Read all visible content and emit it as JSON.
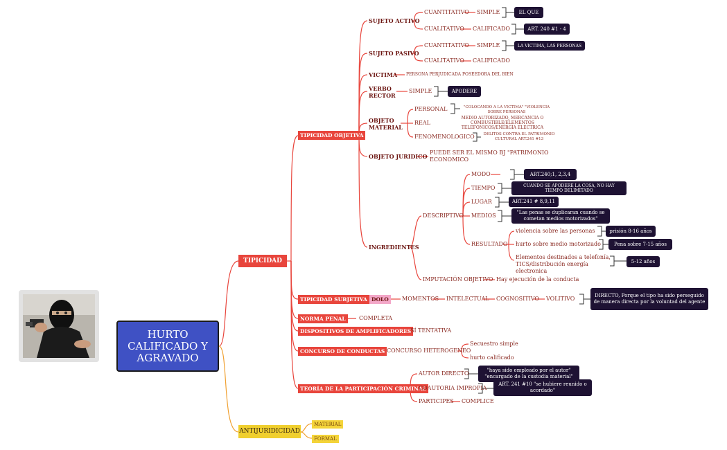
{
  "central": {
    "title": "HURTO CALIFICADO Y AGRAVADO"
  },
  "main": {
    "tipicidad": "TIPICIDAD",
    "antijuridicidad": "ANTIJURIDICIDAD"
  },
  "antijuridicidad": {
    "material": "MATERIAL",
    "formal": "FORMAL"
  },
  "tipicidad": {
    "objetiva": "TIPICIDAD OBJETIVA",
    "subjetiva": "TIPICIDAD SUBJETIVA",
    "norma_penal": "NORMA PENAL",
    "dispositivos": "DISPOSITIVOS DE AMPLIFICADORES",
    "concurso": "CONCURSO DE CONDUCTAS",
    "participacion": "TEORÍA DE LA PARTICIPACIÓN CRIMINAL"
  },
  "sujeto_activo": {
    "label": "SUJETO ACTIVO",
    "cuantitativo": "CUANTITATIVO",
    "simple": "SIMPLE",
    "simple_box": "EL QUE",
    "cualitativo": "CUALITATIVO",
    "calificado": "CALIFICADO",
    "calificado_box": "ART. 240 #1 - 4"
  },
  "sujeto_pasivo": {
    "label": "SUJETO PASIVO",
    "cuantitativo": "CUANTITATIVO",
    "simple": "SIMPLE",
    "simple_box": "LA VICTIMA, LAS PERSONAS",
    "cualitativo": "CUALITATIVO",
    "calificado": "CALIFICADO"
  },
  "victima": {
    "label": "VICTIMA",
    "desc": "PERSONA PERJUDICADA POSEEDORA DEL BIEN"
  },
  "verbo": {
    "label": "VERBO RECTOR",
    "simple": "SIMPLE",
    "box": "APODERE"
  },
  "objeto_material": {
    "label": "OBJETO MATERIAL",
    "personal": "PERSONAL",
    "personal_note": "\"COLOCANDO A LA VICTIMA\" \"VIOLENCIA SOBRE PERSONAS",
    "real": "REAL",
    "real_note": "MEDIO AUTORIZADO, MERCANCIA O COMBUSTIBLE/ELEMENTOS TELEFONICOS/ENERGÍA ELECTRICA",
    "fenomenologico": "FENOMENOLOGICO",
    "fenomenologico_note": "DELITOS CONTRA EL PATRIMONIO CULTURAL ART.241 #13"
  },
  "objeto_juridico": {
    "label": "OBJETO JURIDICO",
    "desc": "PUEDE SER EL MISMO BJ \"PATRIMONIO ECONOMICO"
  },
  "ingredientes": {
    "label": "INGREDIENTES",
    "descriptivo": "DESCRIPTIVO",
    "modo": "MODO",
    "modo_box": "ART.240;1, 2,3,4",
    "tiempo": "TIEMPO",
    "tiempo_box": "CUANDO SE APODERE LA COSA, NO HAY TIEMPO DELIMITADO",
    "lugar": "LUGAR",
    "lugar_box": "ART.241 # 8,9,11",
    "medios": "MEDIOS",
    "medios_box": "\"Las penas se duplicaran cuando se cometan medios motorizados\"",
    "resultado": "RESULTADO",
    "r1": "violencia sobre las personas",
    "r1_box": "prisión 8-16 años",
    "r2": "hurto sobre medio motorizado",
    "r2_box": "Pena sobre 7-15 años",
    "r3": "Elementos destinados a telefonía, TICS/distribución energía electronica",
    "r3_box": "5-12 años",
    "imputacion": "IMPUTACIÓN OBJETIVO",
    "imputacion_desc": "Hay ejecución de la conducta"
  },
  "subjetiva": {
    "dolo": "DOLO",
    "momentos": "MOMENTOS",
    "intelectual": "INTELECTUAL",
    "cognositivo": "COGNOSITIVO",
    "volitivo": "VOLITIVO",
    "box": "DIRECTO, Porque el tipo ha sido perseguido de manera directa por la voluntad del agente"
  },
  "norma": {
    "completa": "COMPLETA"
  },
  "dispositivos": {
    "tentativa": "SÍ TENTATIVA"
  },
  "concurso": {
    "heterogeneo": "CONCURSO HETEROGENEO",
    "secuestro": "Secuestro simple",
    "hurto": "hurto calificado"
  },
  "participacion": {
    "autor": "AUTOR DIRECTO",
    "autor_box": "\"haya sido empleado por el autor\" \"encargado de la custodia material\"",
    "coautoria": "COAUTORIA IMPROPIA",
    "coautoria_box": "ART. 241 #10 \"se hubiere reunido o acordado\"",
    "participes": "PARTICIPES",
    "complice": "COMPLICE"
  },
  "colors": {
    "central": "#3f51c4",
    "branch": "#e8453c",
    "yellow": "#f0cf2e",
    "box": "#1e1233",
    "line": "#e8453c",
    "line_yellow": "#f0a030"
  }
}
